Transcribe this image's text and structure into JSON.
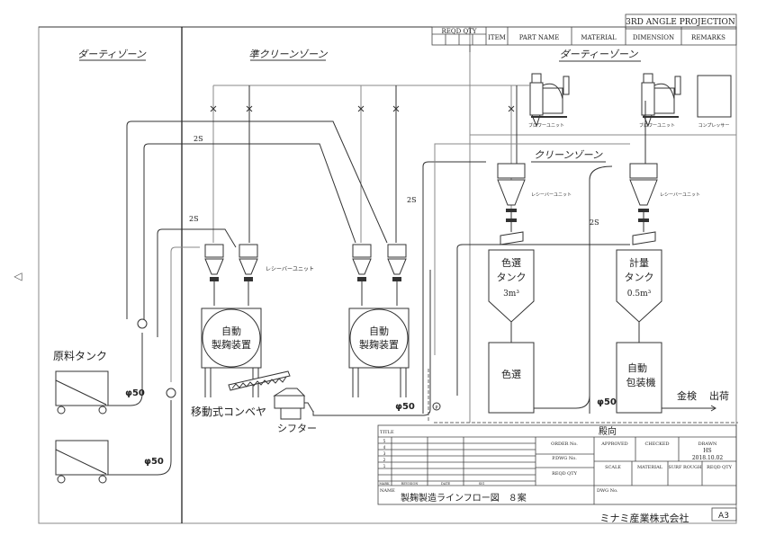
{
  "header": {
    "projection": "3RD ANGLE PROJECTION",
    "parts_table": {
      "columns": [
        "REQD QTY",
        "ITEM",
        "PART NAME",
        "MATERIAL",
        "DIMENSION",
        "REMARKS"
      ]
    }
  },
  "zones": {
    "dirty_left": "ダーティゾーン",
    "semi_clean": "準クリーンゾーン",
    "dirty_right": "ダーティーゾーン",
    "clean": "クリーンゾーン"
  },
  "equipment": {
    "blower_unit": "ブロワーユニット",
    "compressor": "コンプレッサー",
    "receiver_unit": "レシーバーユニット",
    "koji_machine": [
      "自動",
      "製麹装置"
    ],
    "raw_tank": "原料タンク",
    "conveyor": "移動式コンベヤ",
    "sifter": "シフター",
    "color_tank": [
      "色選",
      "タンク",
      "3m³"
    ],
    "color_sorter": "色選",
    "weigh_tank": [
      "計量",
      "タンク",
      "0.5m³"
    ],
    "packer": [
      "自動",
      "包装機"
    ],
    "metal_check": "金検",
    "shipping": "出荷",
    "pump": "P"
  },
  "pipes": {
    "size_2s": "2S",
    "phi50": "φ50"
  },
  "title_block": {
    "title_label": "TITLE",
    "destination": "殿向",
    "order_no": "ORDER No.",
    "p_dwg_no": "P.DWG No.",
    "reqd_qty": "REQD QTY",
    "approved": "APPROVED",
    "checked": "CHECKED",
    "drawn": "DRAWN",
    "drawn_by": "HS",
    "drawn_date": "2018.10.02",
    "scale": "SCALE",
    "material": "MATERIAL",
    "surf_rough": "SURF ROUGH",
    "reqd_qty2": "REQD QTY",
    "revisions": [
      "5",
      "4",
      "3",
      "2",
      "1"
    ],
    "rev_cols": [
      "MARK",
      "REVISION",
      "DATE",
      "SIG"
    ],
    "name_label": "NAME",
    "drawing_name": "製麹製造ラインフロー図　８案",
    "dwg_no": "DWG No.",
    "company": "ミナミ産業株式会社",
    "sheet_size": "A3"
  },
  "nav": {
    "left_arrow": "◁"
  }
}
